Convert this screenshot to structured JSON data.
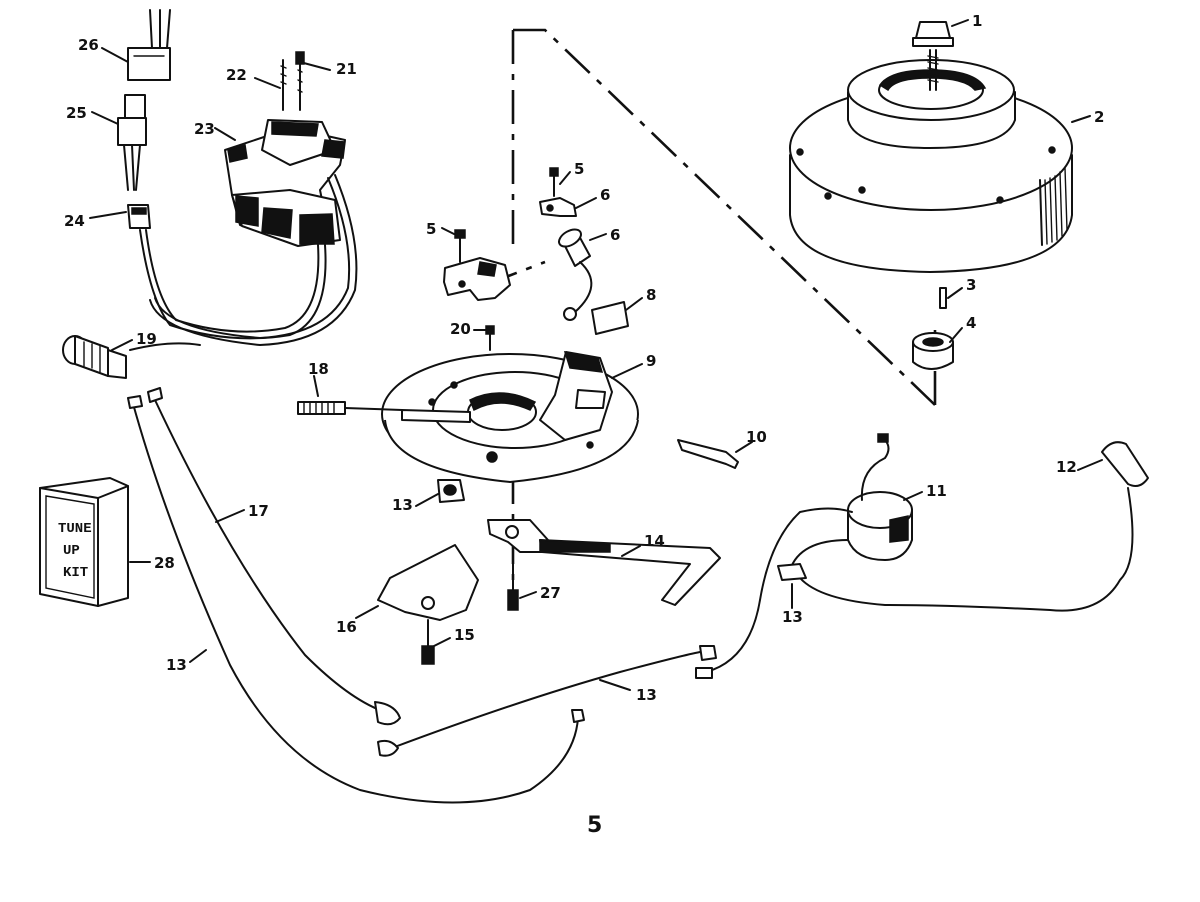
{
  "callouts": {
    "c1": "1",
    "c2": "2",
    "c3": "3",
    "c4": "4",
    "c5a": "5",
    "c5b": "5",
    "c6a": "6",
    "c6b": "6",
    "c8": "8",
    "c9": "9",
    "c10": "10",
    "c11": "11",
    "c12": "12",
    "c13a": "13",
    "c13b": "13",
    "c13c": "13",
    "c13d": "13",
    "c14": "14",
    "c15": "15",
    "c16": "16",
    "c17": "17",
    "c18": "18",
    "c19": "19",
    "c20": "20",
    "c21": "21",
    "c22": "22",
    "c23": "23",
    "c24": "24",
    "c25": "25",
    "c26": "26",
    "c27": "27",
    "c28": "28"
  },
  "tune_up_kit": {
    "line1": "TUNE",
    "line2": "UP",
    "line3": "KIT"
  },
  "page_number": "5"
}
